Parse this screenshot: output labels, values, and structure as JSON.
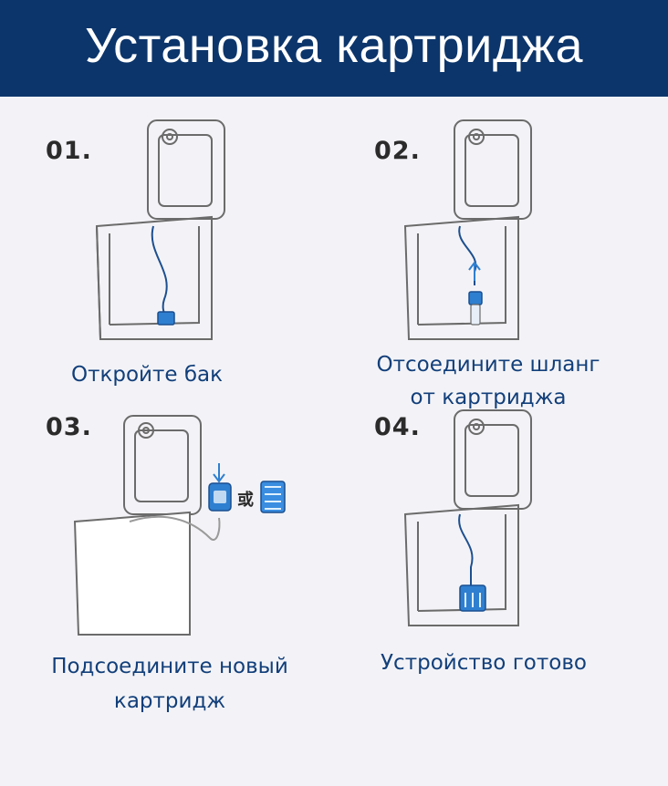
{
  "header": {
    "title": "Установка картриджа"
  },
  "steps": [
    {
      "number": "01.",
      "caption": "Откройте бак"
    },
    {
      "number": "02.",
      "caption": "Отсоедините шланг\nот картриджа"
    },
    {
      "number": "03.",
      "caption": "Подсоедините новый\nкартридж"
    },
    {
      "number": "04.",
      "caption": "Устройство готово"
    }
  ],
  "step3": {
    "or_glyph": "或"
  },
  "colors": {
    "header": "#0c356b",
    "caption_text": "#123f7a",
    "cartridge_blue": "#2f7fd0",
    "line": "#6b6b6b"
  }
}
